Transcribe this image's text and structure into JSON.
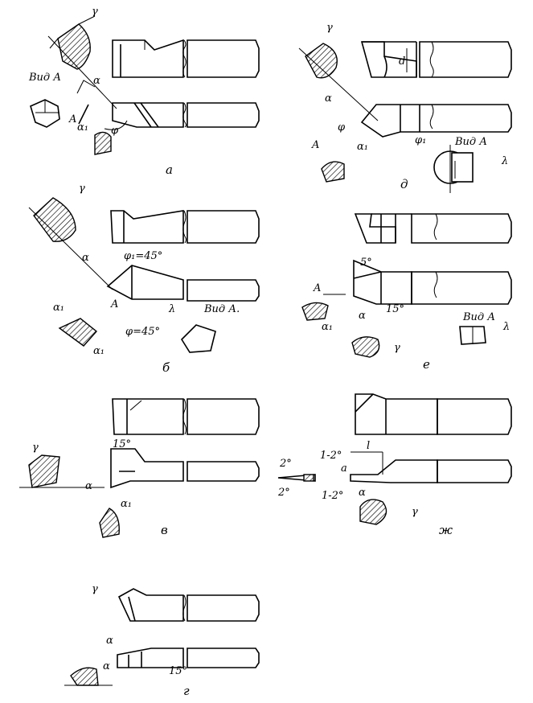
{
  "captions": {
    "a": "а",
    "b": "б",
    "v": "в",
    "g": "г",
    "d": "д",
    "e": "е",
    "zh": "ж"
  },
  "labels": {
    "gamma": "γ",
    "alpha": "α",
    "alpha1": "α₁",
    "phi": "φ",
    "phi1": "φ₁",
    "lambda": "λ",
    "view_a": "Вид А",
    "view_a_dot": "Вид А.",
    "arrow_a": "A",
    "phi1_45": "φ₁=45°",
    "phi_45": "φ=45°",
    "deg5": "5°",
    "deg15": "15°",
    "deg2": "2°",
    "deg1_2": "1-2°",
    "deg1_2b": "1-2°",
    "dim_d": "d",
    "dim_a": "a",
    "dim_l": "l"
  }
}
